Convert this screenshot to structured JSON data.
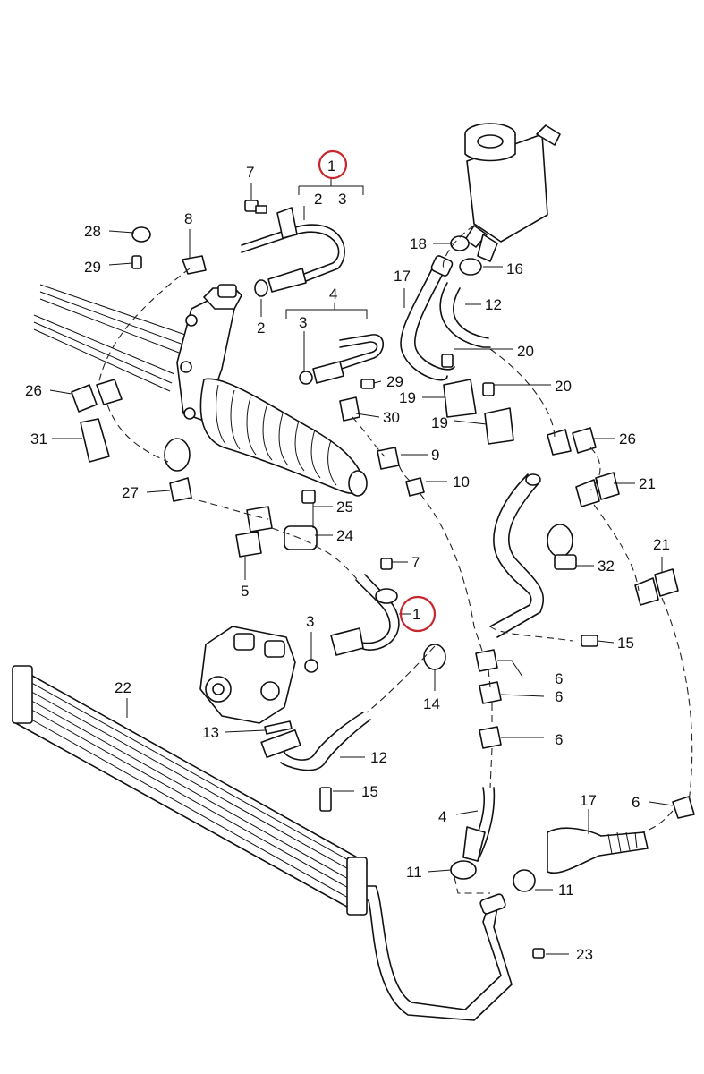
{
  "labels": {
    "p1_top": "1",
    "p2_top": "2",
    "p3_top": "3",
    "p7_top": "7",
    "p8": "8",
    "p28": "28",
    "p29_left": "29",
    "p2_mid": "2",
    "p4_mid": "4",
    "p3_mid": "3",
    "p29_mid": "29",
    "p30": "30",
    "p26_left": "26",
    "p31": "31",
    "p27": "27",
    "p9": "9",
    "p10": "10",
    "p25": "25",
    "p24": "24",
    "p5": "5",
    "p7_mid": "7",
    "p1_mid": "1",
    "p3_pump": "3",
    "p18": "18",
    "p16": "16",
    "p17_top": "17",
    "p12_top": "12",
    "p20_a": "20",
    "p20_b": "20",
    "p19_a": "19",
    "p19_b": "19",
    "p26_right": "26",
    "p21_a": "21",
    "p21_b": "21",
    "p32": "32",
    "p15_right": "15",
    "p6_a": "6",
    "p6_b": "6",
    "p6_c": "6",
    "p14": "14",
    "p22": "22",
    "p13": "13",
    "p12_bottom": "12",
    "p15_bottom": "15",
    "p4_bottom": "4",
    "p17_bottom": "17",
    "p6_d": "6",
    "p11_a": "11",
    "p11_b": "11",
    "p23": "23"
  },
  "highlight_color": "#c8262e"
}
